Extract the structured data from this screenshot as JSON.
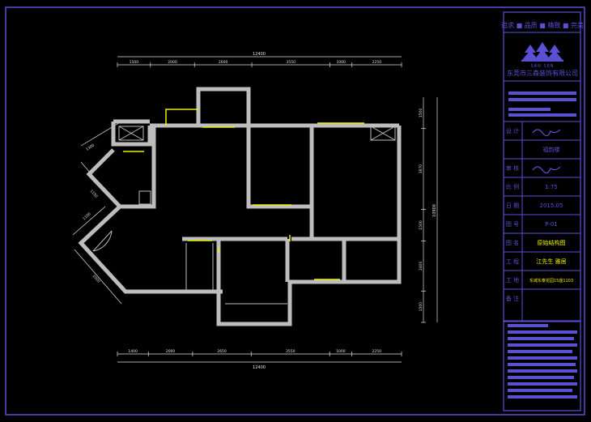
{
  "dimensions_top": [
    "1500",
    "2000",
    "2600",
    "3550",
    "1000",
    "2250"
  ],
  "dimension_top_total": "12400",
  "dimensions_bottom": [
    "1400",
    "2000",
    "2650",
    "3550",
    "1000",
    "2250"
  ],
  "dimension_bottom_total": "12400",
  "dimensions_right": [
    "1500",
    "3870",
    "1500",
    "2400",
    "1500"
  ],
  "dimension_right_total": "10900",
  "dimensions_diagonal": [
    "1300",
    "1150",
    "1100",
    "2000"
  ],
  "title_block": {
    "tagline": "追求 ■ 品质 ■ 精致 ■ 完美",
    "logo_text": "SAN·SEN",
    "company": "东莞市三森装饰有限公司",
    "rows": [
      {
        "label": "设 计",
        "value": "",
        "signature": true
      },
      {
        "label": "",
        "value": "福韵楼",
        "signature": false
      },
      {
        "label": "审 核",
        "value": "",
        "signature": true
      },
      {
        "label": "比 例",
        "value": "1:75",
        "signature": false
      },
      {
        "label": "日 期",
        "value": "2015.05",
        "signature": false
      },
      {
        "label": "图 号",
        "value": "P-01",
        "signature": false
      },
      {
        "label": "图 名",
        "value": "原始结构图",
        "signature": false
      },
      {
        "label": "工 程",
        "value": "江先生 雅居",
        "signature": false
      },
      {
        "label": "工 地",
        "value": "东城东泰花园15座1103",
        "signature": false
      },
      {
        "label": "备 注",
        "value": "",
        "signature": false
      }
    ]
  },
  "colors": {
    "frame": "#5a50d4",
    "dimension": "#e0e0e0",
    "wall": "#bdbdbd",
    "window": "#f0f000",
    "text_yellow": "#f0f000"
  }
}
